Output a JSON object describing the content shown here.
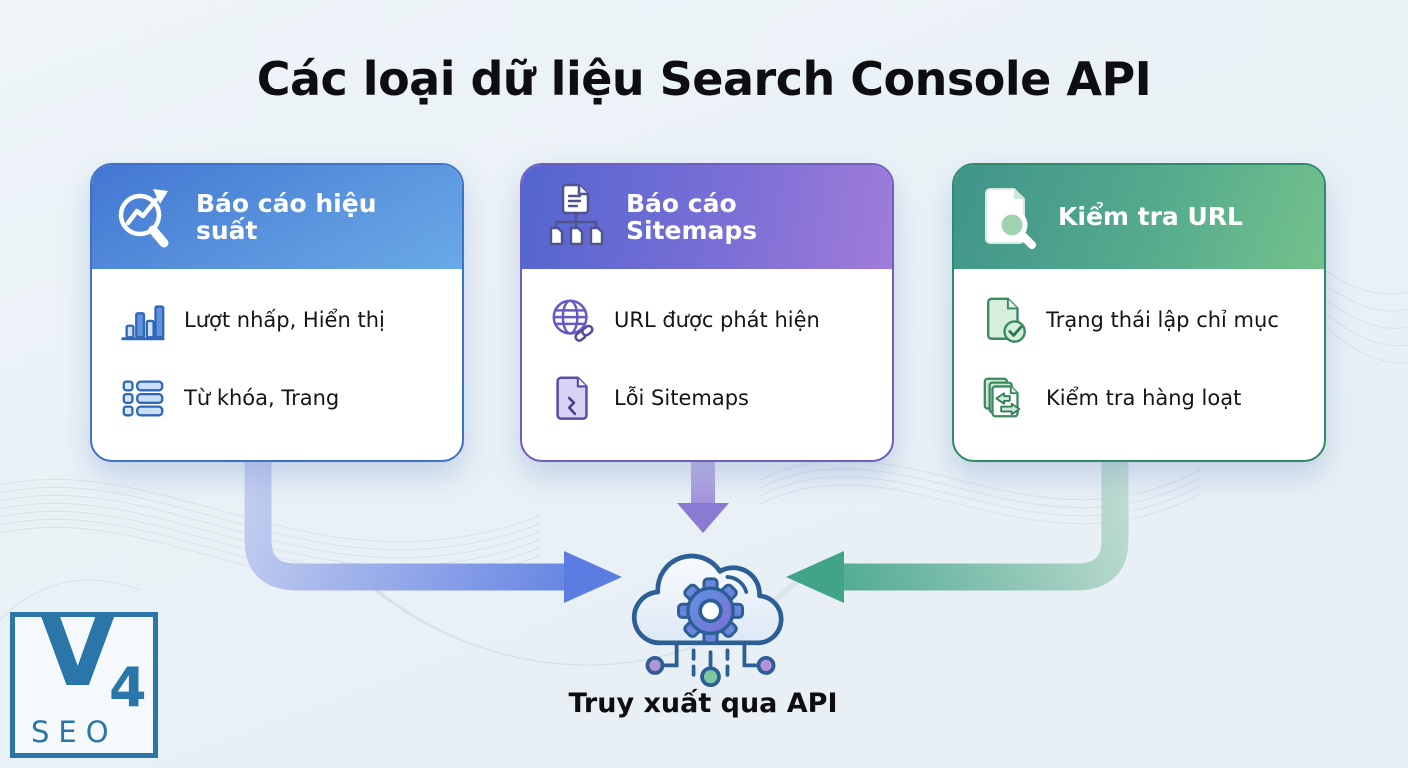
{
  "title": "Các loại dữ liệu Search Console API",
  "cards": [
    {
      "header": "Báo cáo hiệu suất",
      "header_icon": "search-trend-icon",
      "accent_from": "#4376d2",
      "accent_to": "#69aae6",
      "border": "#3d72c8",
      "items": [
        {
          "icon": "bar-chart-icon",
          "label": "Lượt nhấp, Hiển thị"
        },
        {
          "icon": "list-icon",
          "label": "Từ khóa, Trang"
        }
      ]
    },
    {
      "header": "Báo cáo Sitemaps",
      "header_icon": "sitemap-icon",
      "accent_from": "#5465d0",
      "accent_to": "#a07cd8",
      "border": "#6f5dc0",
      "items": [
        {
          "icon": "globe-link-icon",
          "label": "URL được phát hiện"
        },
        {
          "icon": "broken-document-icon",
          "label": "Lỗi Sitemaps"
        }
      ]
    },
    {
      "header": "Kiểm tra URL",
      "header_icon": "document-search-icon",
      "accent_from": "#3f948a",
      "accent_to": "#74c28c",
      "border": "#2f8a68",
      "items": [
        {
          "icon": "document-check-icon",
          "label": "Trạng thái lập chỉ mục"
        },
        {
          "icon": "batch-documents-icon",
          "label": "Kiểm tra hàng loạt"
        }
      ]
    }
  ],
  "center": {
    "icon": "cloud-gear-icon",
    "label": "Truy xuất qua API"
  },
  "arrows": [
    {
      "from": "performance-card",
      "to": "api-cloud",
      "shape": "elbow-down-right",
      "color": "#5b7de2"
    },
    {
      "from": "sitemaps-card",
      "to": "api-cloud",
      "shape": "straight-down",
      "color": "#8b7ad2"
    },
    {
      "from": "url-inspection-card",
      "to": "api-cloud",
      "shape": "elbow-down-left",
      "color": "#41a489"
    }
  ],
  "logo": {
    "v": "V",
    "four": "4",
    "seo": "SEO"
  },
  "colors": {
    "background": "#ecf3f7",
    "title_text": "#0e0e10",
    "card_body": "#ffffff",
    "header_text": "#ffffff",
    "item_text": "#141414",
    "logo": "#2a76a8",
    "cloud_stroke": "#2d5f96",
    "gear_from": "#5d95e2",
    "gear_to": "#7e6fd6"
  }
}
